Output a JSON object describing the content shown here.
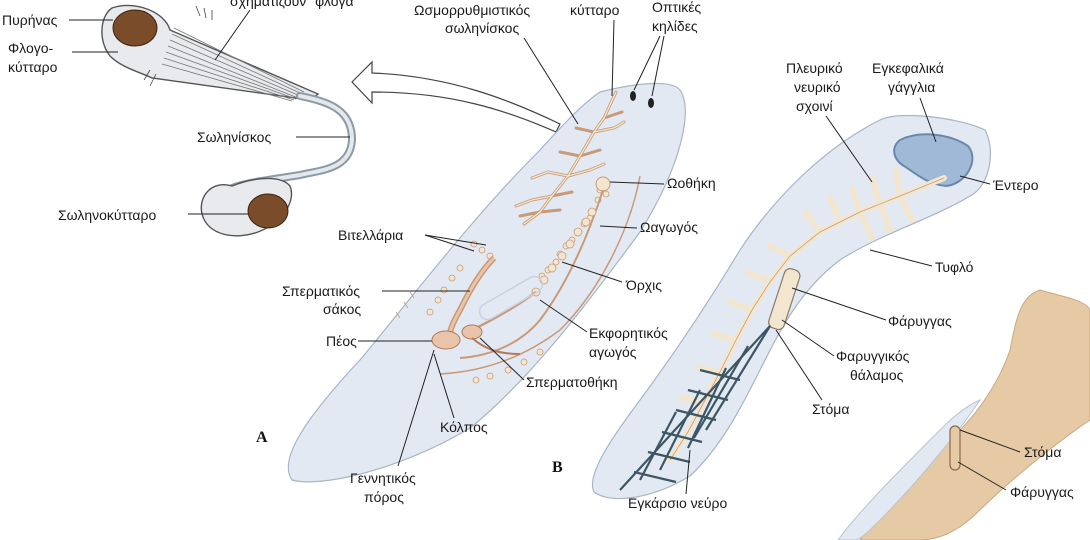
{
  "figure_letters": {
    "a": "A",
    "b": "B"
  },
  "flame_cell": {
    "nucleus": "Πυρήνας",
    "flame_cell_l1": "Φλογο-",
    "flame_cell_l2": "κύτταρο",
    "cilia_partial": "σχηματίζουν \"φλόγα\"",
    "tubule": "Σωληνίσκος",
    "tubule_cell": "Σωληνοκύτταρο"
  },
  "panel_a": {
    "osmo_l1": "Ωσμορρυθμιστικός",
    "osmo_l2": "σωληνίσκος",
    "cell_partial": "κύτταρο",
    "ocelli_l1": "Οπτικές",
    "ocelli_l2": "κηλίδες",
    "ovary": "Ωοθήκη",
    "oviduct": "Ωαγωγός",
    "vitellaria": "Βιτελλάρια",
    "testis": "Όρχις",
    "seminal_l1": "Σπερματικός",
    "seminal_l2": "σάκος",
    "vas_l1": "Εκφορητικός",
    "vas_l2": "αγωγός",
    "penis": "Πέος",
    "receptacle": "Σπερματοθήκη",
    "vagina": "Κόλπος",
    "genital_l1": "Γεννητικός",
    "genital_l2": "πόρος"
  },
  "panel_b": {
    "cord_l1": "Πλευρικό",
    "cord_l2": "νευρικό",
    "cord_l3": "σχοινί",
    "ganglia_l1": "Εγκεφαλικά",
    "ganglia_l2": "γάγγλια",
    "intestine": "Έντερο",
    "caecum": "Τυφλό",
    "pharynx": "Φάρυγγας",
    "chamber_l1": "Φαρυγγικός",
    "chamber_l2": "θάλαμος",
    "mouth": "Στόμα",
    "transverse": "Εγκάρσιο νεύρο"
  },
  "panel_c": {
    "mouth": "Στόμα",
    "pharynx": "Φάρυγγας"
  },
  "colors": {
    "body": "#e3e9f3",
    "tissue": "#f3e6cf",
    "tissue_edge": "#c89a78",
    "nucleus": "#7a4c2a",
    "ganglia": "#9fb9d6",
    "pharynx_skin": "#e6caa6",
    "nerve": "#3d5663"
  }
}
